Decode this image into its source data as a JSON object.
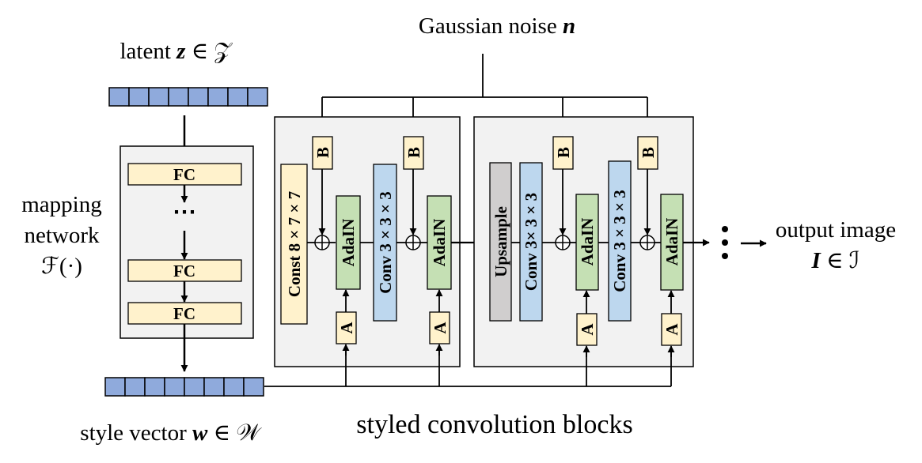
{
  "labels": {
    "noise_text": "Gaussian noise ",
    "noise_symbol": "n",
    "latent_text": "latent ",
    "latent_symbol": "z",
    "latent_set": " ∈ 𝒵",
    "mapping_line1": "mapping",
    "mapping_line2": "network",
    "mapping_line3": "ℱ(·)",
    "style_text": "style vector ",
    "style_symbol": "w",
    "style_set": " ∈ 𝒲",
    "blocks_caption": "styled convolution blocks",
    "output_line1": "output image",
    "output_symbol": "I",
    "output_set": " ∈ ℐ",
    "ellipsis": "⋮"
  },
  "mapping_network": {
    "fc_labels": [
      "FC",
      "FC",
      "FC"
    ],
    "dots": "⋯"
  },
  "blocks": {
    "const": "Const 8 × 7 × 7",
    "conv": "Conv 3 × 3 × 3",
    "conv_b": "Conv 3× 3 × 3",
    "upsample": "Upsample",
    "adain": "AdaIN",
    "noise_box": "B",
    "style_box": "A"
  },
  "colors": {
    "vector_cell": "#8faadc",
    "fc_box": "#fff2cc",
    "const_box": "#fff2cc",
    "conv_box": "#bdd7ee",
    "adain_box": "#c5e0b4",
    "upsample_box": "#d0cece",
    "block_bg": "#f2f2f2"
  }
}
